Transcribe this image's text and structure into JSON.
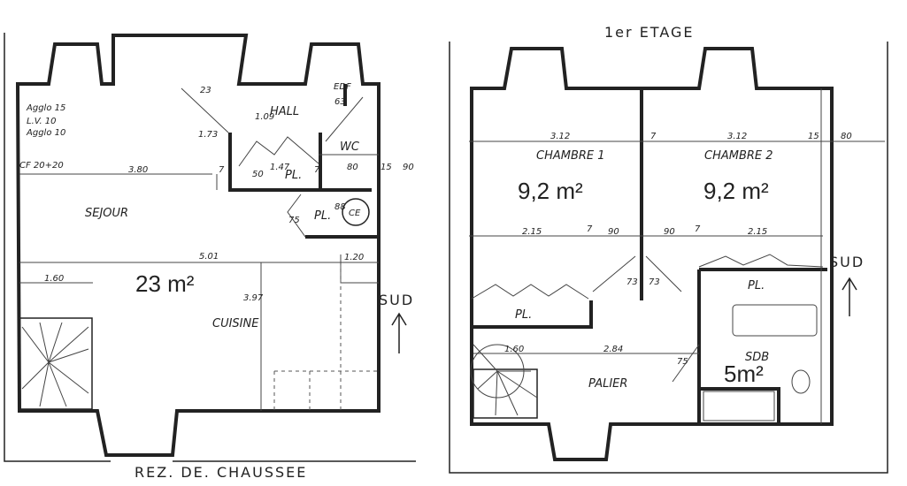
{
  "ground_floor": {
    "title": "REZ. DE. CHAUSSEE",
    "rooms": {
      "hall": "HALL",
      "wc": "WC",
      "sejour": "SEJOUR",
      "cuisine": "CUISINE",
      "pl1": "PL.",
      "pl2": "PL.",
      "ce": "CE",
      "edf": "EDF"
    },
    "area": "23 m²",
    "notes": [
      "Agglo 15",
      "L.V. 10",
      "Agglo 10",
      "CF 20+20"
    ],
    "dims": {
      "d23": "23",
      "d109": "1.09",
      "d63": "63",
      "d173": "1.73",
      "d380": "3.80",
      "d7a": "7",
      "d50": "50",
      "d147": "1.47",
      "d7b": "7",
      "d80": "80",
      "d15": "15",
      "d90": "90",
      "d501": "5.01",
      "d120": "1.20",
      "d160": "1.60",
      "d397": "3.97",
      "d75": "75",
      "d88": "88"
    },
    "orientation": "SUD"
  },
  "first_floor": {
    "title": "1er ETAGE",
    "rooms": {
      "ch1": "CHAMBRE 1",
      "ch2": "CHAMBRE 2",
      "pl1": "PL.",
      "pl2": "PL.",
      "palier": "PALIER",
      "sdb": "SDB"
    },
    "areas": {
      "ch1": "9,2 m²",
      "ch2": "9,2 m²",
      "sdb": "5m²"
    },
    "dims": {
      "d312a": "3.12",
      "d7": "7",
      "d312b": "3.12",
      "d15": "15",
      "d80": "80",
      "d215a": "2.15",
      "d7b": "7",
      "d90a": "90",
      "d90b": "90",
      "d7c": "7",
      "d215b": "2.15",
      "d73a": "73",
      "d73b": "73",
      "d160": "1.60",
      "d284": "2.84",
      "d75": "75"
    },
    "orientation": "SUD"
  }
}
